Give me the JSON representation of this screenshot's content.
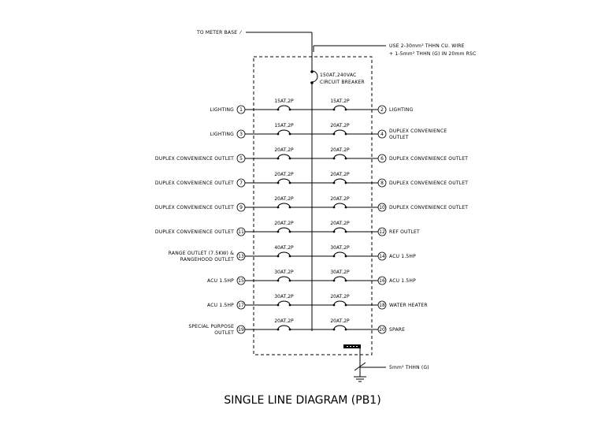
{
  "title": "SINGLE LINE DIAGRAM (PB1)",
  "meter_label": "TO METER BASE",
  "feeder_note": [
    "USE 2-30mm² THHN CU. WIRE",
    "+ 1-5mm² THHN (G) IN 20mm RSC"
  ],
  "main_breaker": [
    "150AT,240VAC",
    "CIRCUIT BREAKER"
  ],
  "ground_wire": "5mm² THHN (G)",
  "circuits": [
    {
      "num": "1",
      "label": [
        "LIGHTING"
      ],
      "breaker": "15AT,2P"
    },
    {
      "num": "2",
      "label": [
        "LIGHTING"
      ],
      "breaker": "15AT,2P"
    },
    {
      "num": "3",
      "label": [
        "LIGHTING"
      ],
      "breaker": "15AT,2P"
    },
    {
      "num": "4",
      "label": [
        "DUPLEX CONVENIENCE",
        "OUTLET"
      ],
      "breaker": "20AT,2P"
    },
    {
      "num": "5",
      "label": [
        "DUPLEX CONVENIENCE OUTLET"
      ],
      "breaker": "20AT,2P"
    },
    {
      "num": "6",
      "label": [
        "DUPLEX CONVENIENCE OUTLET"
      ],
      "breaker": "20AT,2P"
    },
    {
      "num": "7",
      "label": [
        "DUPLEX CONVENIENCE OUTLET"
      ],
      "breaker": "20AT,2P"
    },
    {
      "num": "8",
      "label": [
        "DUPLEX CONVENIENCE OUTLET"
      ],
      "breaker": "20AT,2P"
    },
    {
      "num": "9",
      "label": [
        "DUPLEX CONVENIENCE OUTLET"
      ],
      "breaker": "20AT,2P"
    },
    {
      "num": "10",
      "label": [
        "DUPLEX CONVENIENCE OUTLET"
      ],
      "breaker": "20AT,2P"
    },
    {
      "num": "11",
      "label": [
        "DUPLEX CONVENIENCE OUTLET"
      ],
      "breaker": "20AT,2P"
    },
    {
      "num": "12",
      "label": [
        "REF OUTLET"
      ],
      "breaker": "20AT,2P"
    },
    {
      "num": "13",
      "label": [
        "RANGE OUTLET (7.5KW) &",
        "RANGEHOOD OUTLET"
      ],
      "breaker": "40AT,2P"
    },
    {
      "num": "14",
      "label": [
        "ACU 1.5HP"
      ],
      "breaker": "30AT,2P"
    },
    {
      "num": "15",
      "label": [
        "ACU 1.5HP"
      ],
      "breaker": "30AT,2P"
    },
    {
      "num": "16",
      "label": [
        "ACU 1.5HP"
      ],
      "breaker": "30AT,2P"
    },
    {
      "num": "17",
      "label": [
        "ACU 1.5HP"
      ],
      "breaker": "30AT,2P"
    },
    {
      "num": "18",
      "label": [
        "WATER HEATER"
      ],
      "breaker": "20AT,2P"
    },
    {
      "num": "19",
      "label": [
        "SPECIAL PURPOSE",
        "OUTLET"
      ],
      "breaker": "20AT,2P"
    },
    {
      "num": "20",
      "label": [
        "SPARE"
      ],
      "breaker": "20AT,2P"
    }
  ]
}
